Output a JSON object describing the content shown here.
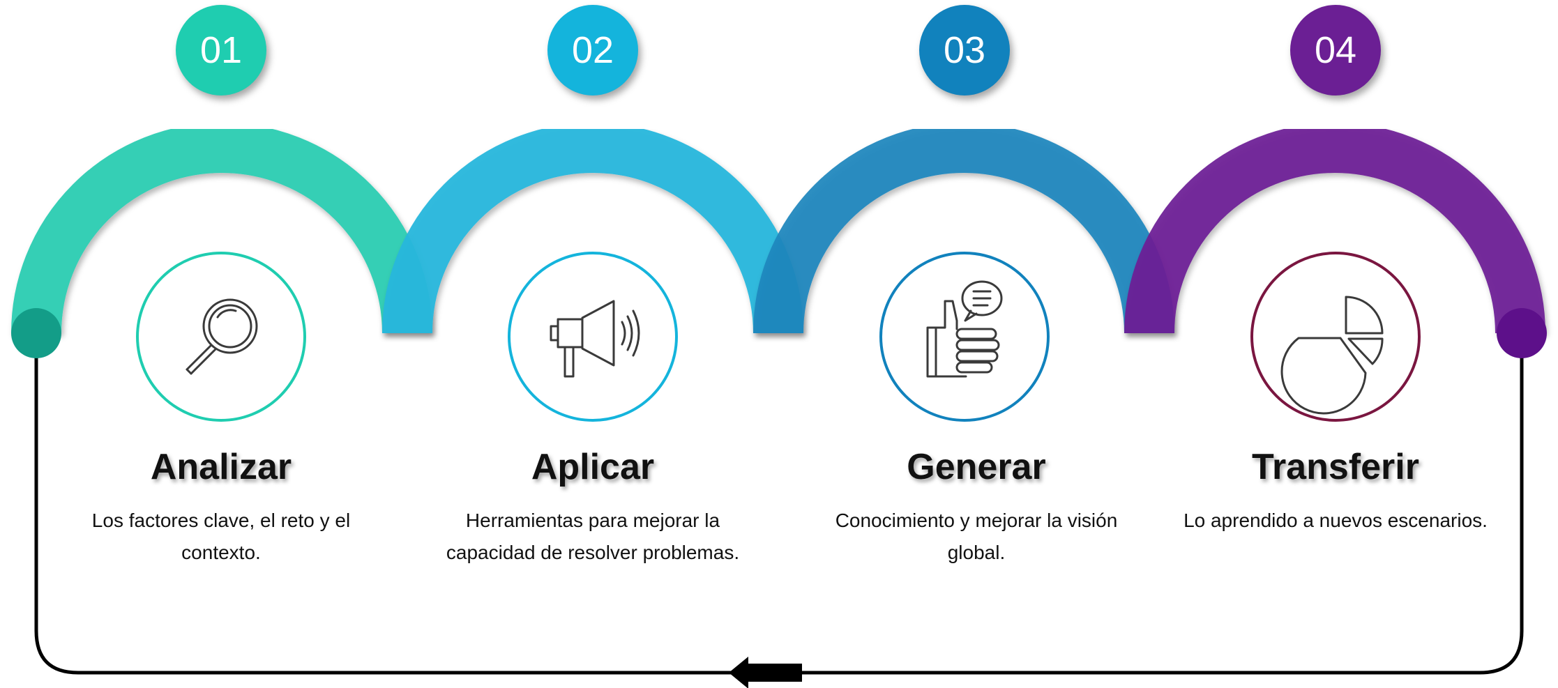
{
  "steps": [
    {
      "number": "01",
      "title": "Analizar",
      "desc_line1": "Los factores clave, el reto y el",
      "desc_line2": "contexto.",
      "color": "#1fcdb0",
      "icon": "magnifier-icon"
    },
    {
      "number": "02",
      "title": "Aplicar",
      "desc_line1": "Herramientas para mejorar la",
      "desc_line2": "capacidad de resolver problemas.",
      "color": "#14b4dc",
      "icon": "megaphone-icon"
    },
    {
      "number": "03",
      "title": "Generar",
      "desc_line1": "Conocimiento y mejorar la visión",
      "desc_line2": "global.",
      "color": "#1182bd",
      "icon": "thumbs-up-chat-icon"
    },
    {
      "number": "04",
      "title": "Transferir",
      "desc_line1": "Lo aprendido a nuevos escenarios.",
      "desc_line2": "",
      "color": "#6b1f94",
      "icon": "pie-chart-icon"
    }
  ],
  "loop": {
    "direction": "right-to-left",
    "color": "#000000"
  }
}
